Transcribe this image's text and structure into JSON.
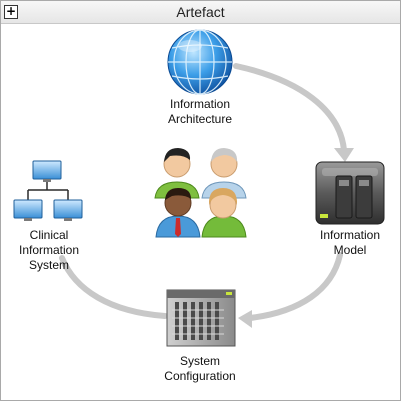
{
  "window": {
    "title": "Artefact",
    "expand_glyph": "+"
  },
  "nodes": [
    {
      "id": "information-architecture",
      "line1": "Information",
      "line2": "Architecture",
      "icon": "globe-icon"
    },
    {
      "id": "information-model",
      "line1": "Information",
      "line2": "Model",
      "icon": "server-icon"
    },
    {
      "id": "system-configuration",
      "line1": "System",
      "line2": "Configuration",
      "icon": "server-rack-icon"
    },
    {
      "id": "clinical-information-system",
      "line1": "Clinical",
      "line2": "Information",
      "line3": "System",
      "icon": "network-icon"
    }
  ],
  "center": {
    "icon": "people-group-icon"
  },
  "colors": {
    "arrow": "#c8c8c8",
    "globe": "#2f8fe0",
    "accent_green": "#c8e63c"
  }
}
